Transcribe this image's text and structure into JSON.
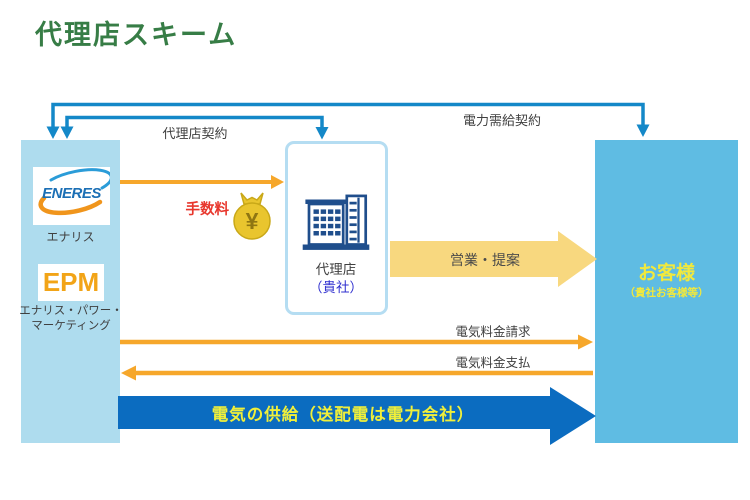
{
  "title": "代理店スキーム",
  "left_box": {
    "eneres_logo": "ENERES",
    "eneres_label": "エナリス",
    "epm_logo": "EPM",
    "epm_label_line1": "エナリス・パワー・",
    "epm_label_line2": "マーケティング"
  },
  "agency_box": {
    "name": "代理店",
    "name_sub": "（貴社）"
  },
  "customer_box": {
    "name": "お客様",
    "name_sub": "（貴社お客様等）"
  },
  "arrows": {
    "agency_contract": "代理店契約",
    "power_supply_contract": "電力需給契約",
    "commission": "手数料",
    "commission_symbol": "¥",
    "sales_proposal": "営業・提案",
    "billing": "電気料金請求",
    "payment": "電気料金支払",
    "electricity_supply": "電気の供給（送配電は電力会社）"
  },
  "colors": {
    "title_green": "#377D46",
    "bracket_blue": "#1488C8",
    "left_box_blue": "#AEDCEE",
    "right_box_blue": "#5FBCE3",
    "mid_box_border": "#B5DDF2",
    "orange_arrow": "#F6A72B",
    "sales_arrow_fill": "#F8D87F",
    "supply_arrow_fill": "#0B6CC0",
    "yellow_text": "#F2E93C",
    "commission_red": "#E8372D",
    "building_navy": "#1F4E8C"
  }
}
